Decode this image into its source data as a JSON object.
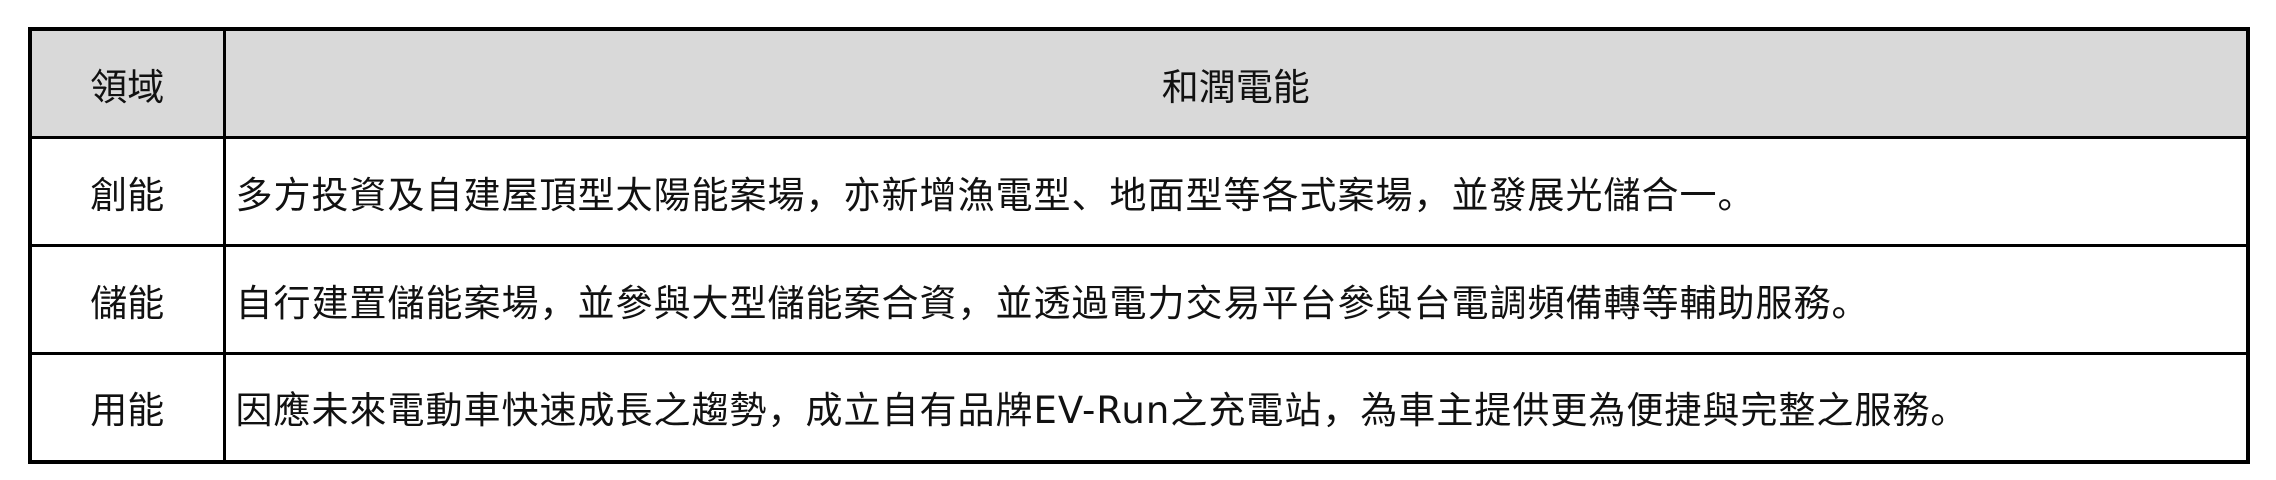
{
  "table": {
    "headers": [
      "領域",
      "和潤電能"
    ],
    "rows": [
      {
        "field": "創能",
        "description": "多方投資及自建屋頂型太陽能案場，亦新增漁電型、地面型等各式案場，並發展光儲合一。"
      },
      {
        "field": "儲能",
        "description": "自行建置儲能案場，並參與大型儲能案合資，並透過電力交易平台參與台電調頻備轉等輔助服務。"
      },
      {
        "field": "用能",
        "description": "因應未來電動車快速成長之趨勢，成立自有品牌EV-Run之充電站，為車主提供更為便捷與完整之服務。"
      }
    ]
  }
}
